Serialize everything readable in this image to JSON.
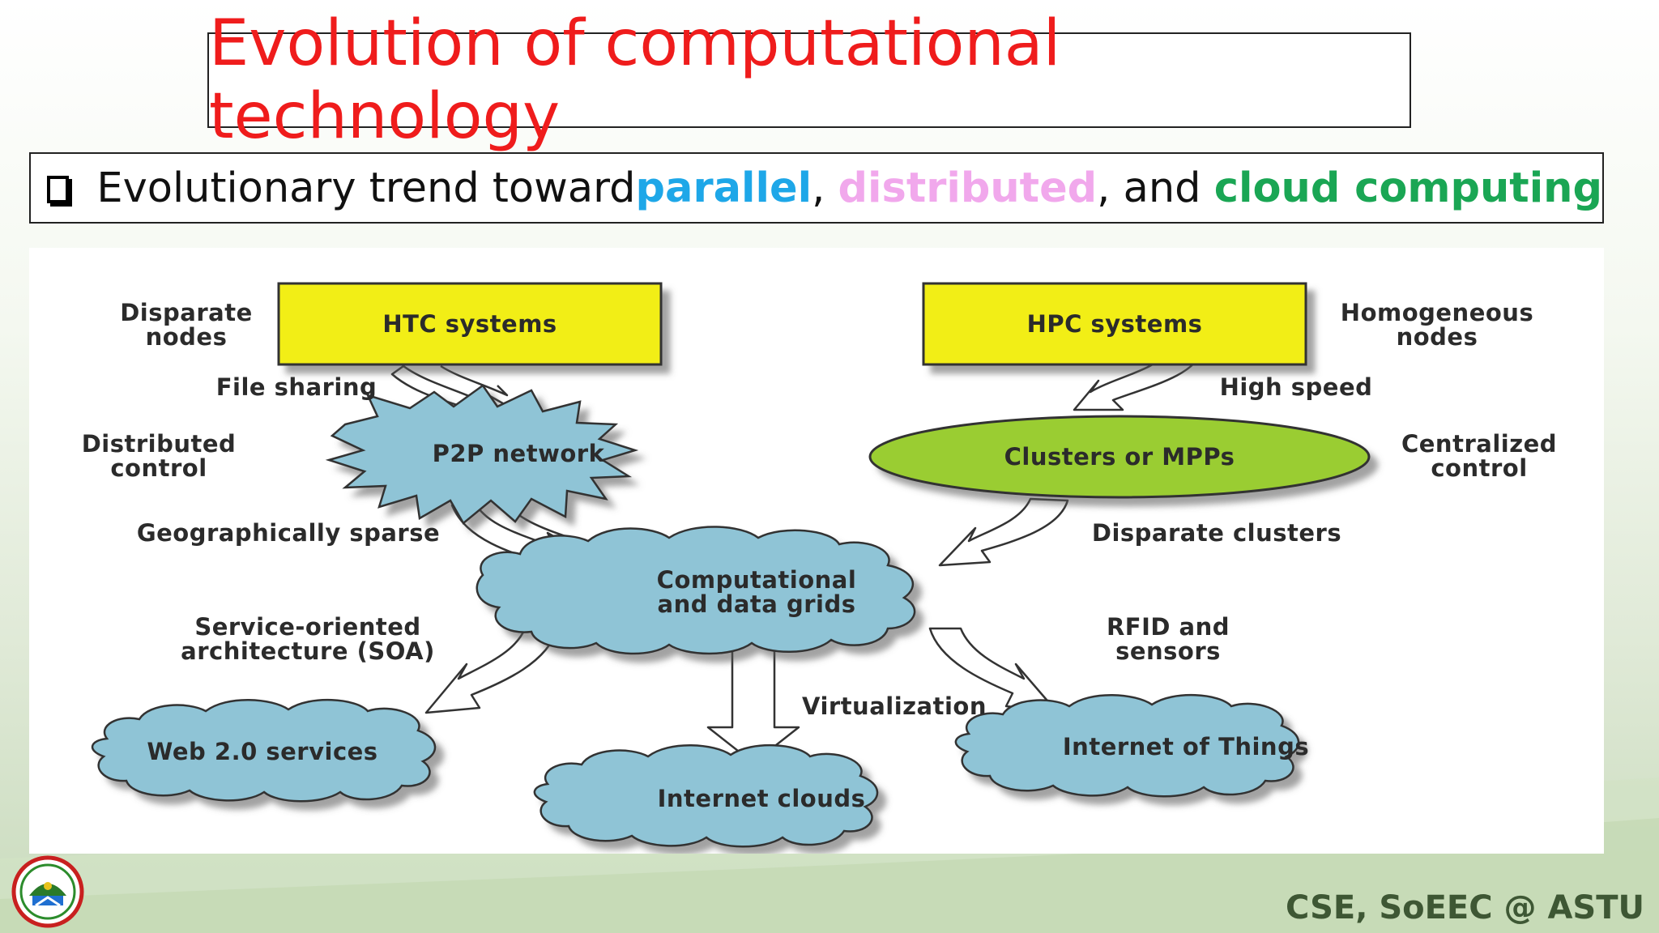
{
  "slide": {
    "title": "Evolution of computational technology",
    "subtitle": {
      "prefix": "Evolutionary trend toward ",
      "kw1": "parallel",
      "sep1": ",",
      "kw2": "distributed",
      "sep2": ", and ",
      "kw3": "cloud computing"
    },
    "footer": "CSE, SoEEC @ ASTU",
    "colors": {
      "title": "#ef1c1c",
      "parallel": "#1ea7e8",
      "distributed": "#f1a8ec",
      "cloud": "#1aa654"
    }
  },
  "diagram": {
    "nodes": {
      "htc": "HTC systems",
      "hpc": "HPC systems",
      "p2p": "P2P network",
      "clusters": "Clusters or MPPs",
      "grids_line1": "Computational",
      "grids_line2": "and data grids",
      "web20": "Web 2.0 services",
      "clouds": "Internet clouds",
      "iot": "Internet of Things"
    },
    "labels": {
      "disparate_nodes_1": "Disparate",
      "disparate_nodes_2": "nodes",
      "homogeneous_1": "Homogeneous",
      "homogeneous_2": "nodes",
      "file_sharing": "File sharing",
      "high_speed": "High speed",
      "distributed_control_1": "Distributed",
      "distributed_control_2": "control",
      "centralized_control_1": "Centralized",
      "centralized_control_2": "control",
      "geo_sparse": "Geographically sparse",
      "disparate_clusters": "Disparate clusters",
      "soa_1": "Service-oriented",
      "soa_2": "architecture (SOA)",
      "rfid_1": "RFID and",
      "rfid_2": "sensors",
      "virtualization": "Virtualization"
    },
    "colors": {
      "yellow_box": "#f2ee17",
      "cloud_blue": "#8fc4d6",
      "cluster_green": "#9acd32"
    }
  }
}
